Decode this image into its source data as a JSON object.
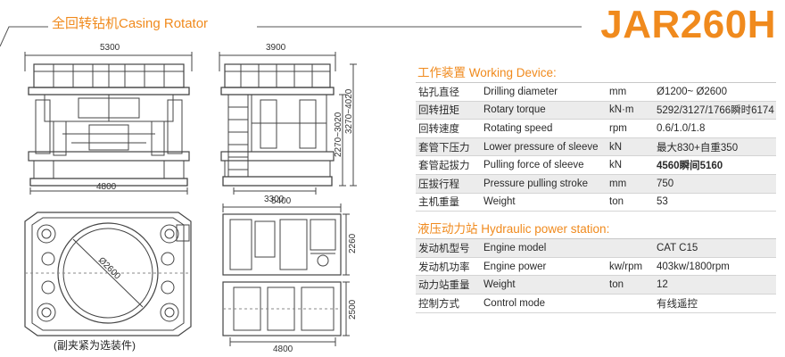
{
  "header": {
    "title": "全回转钻机Casing Rotator",
    "model": "JAR260H",
    "accent": "#f08a1d"
  },
  "drawings": {
    "front": {
      "top_width": "5300",
      "bottom_width": "4800"
    },
    "side": {
      "top_width": "3900",
      "base_width": "3300",
      "height_a": "2270~3020",
      "height_b": "3270~4020"
    },
    "plan": {
      "bore": "Ø2600"
    },
    "power_station": {
      "width": "5400",
      "depth": "4800",
      "height_a": "2260",
      "height_b": "2500"
    },
    "caption": "(副夹紧为选装件)"
  },
  "working_device": {
    "title": "工作装置 Working Device:",
    "rows": [
      {
        "cn": "钻孔直径",
        "en": "Drilling diameter",
        "unit": "mm",
        "value": "Ø1200~ Ø2600",
        "bold": false
      },
      {
        "cn": "回转扭矩",
        "en": "Rotary torque",
        "unit": "kN·m",
        "value": "5292/3127/1766瞬时6174",
        "bold": false
      },
      {
        "cn": "回转速度",
        "en": "Rotating speed",
        "unit": "rpm",
        "value": "0.6/1.0/1.8",
        "bold": false
      },
      {
        "cn": "套管下压力",
        "en": "Lower pressure of sleeve",
        "unit": "kN",
        "value": "最大830+自重350",
        "bold": false
      },
      {
        "cn": "套管起拔力",
        "en": "Pulling force of sleeve",
        "unit": "kN",
        "value": "4560瞬间5160",
        "bold": true
      },
      {
        "cn": "压拔行程",
        "en": "Pressure pulling stroke",
        "unit": "mm",
        "value": "750",
        "bold": false
      },
      {
        "cn": "主机重量",
        "en": "Weight",
        "unit": "ton",
        "value": "53",
        "bold": false
      }
    ]
  },
  "hydraulic_station": {
    "title": "液压动力站 Hydraulic power station:",
    "rows": [
      {
        "cn": "发动机型号",
        "en": "Engine model",
        "unit": "",
        "value": "CAT C15"
      },
      {
        "cn": "发动机功率",
        "en": "Engine power",
        "unit": "kw/rpm",
        "value": "403kw/1800rpm"
      },
      {
        "cn": "动力站重量",
        "en": "Weight",
        "unit": "ton",
        "value": "12"
      },
      {
        "cn": "控制方式",
        "en": "Control mode",
        "unit": "",
        "value": "有线遥控"
      }
    ]
  }
}
